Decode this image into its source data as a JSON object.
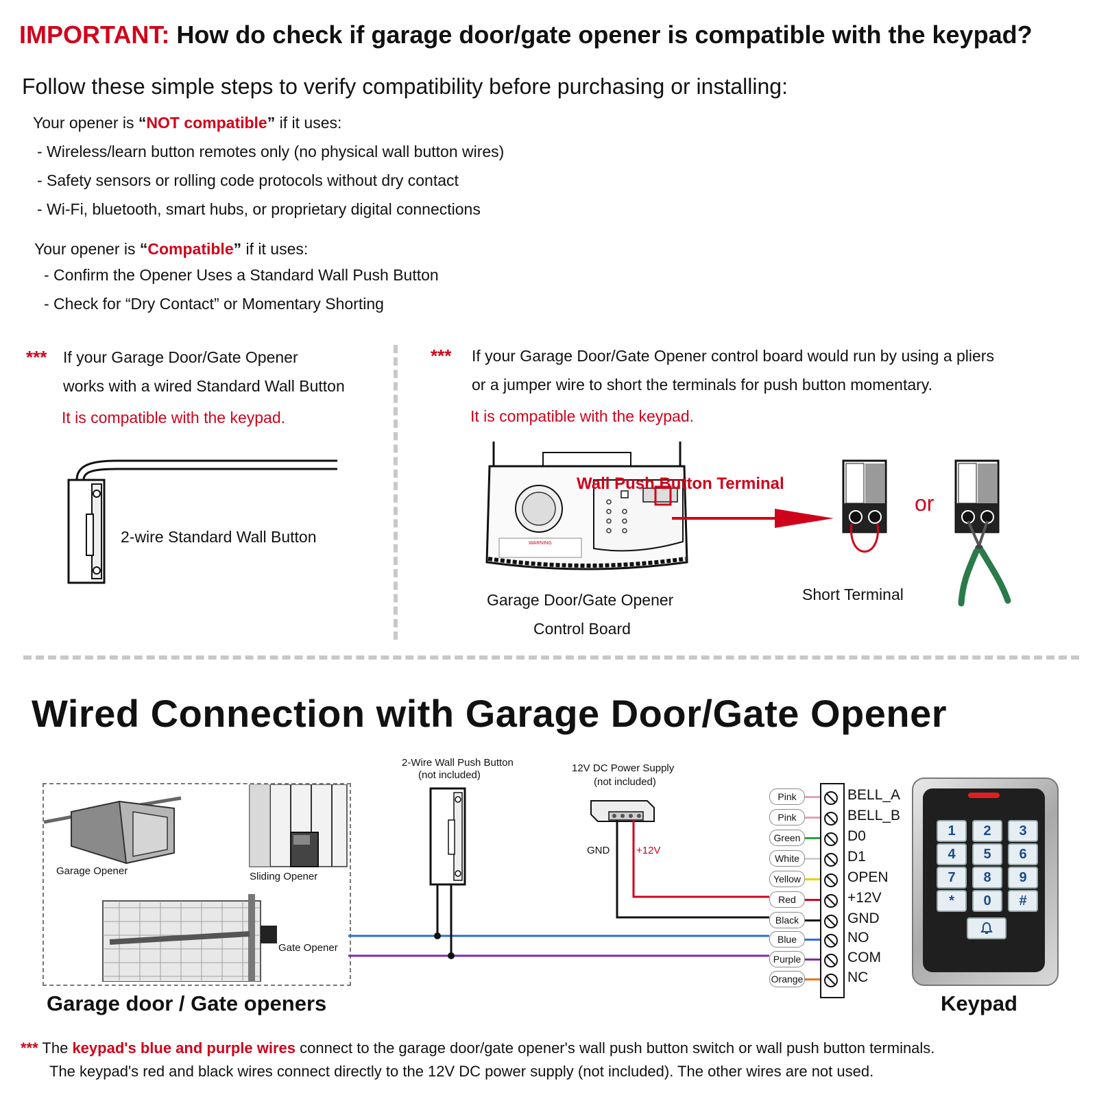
{
  "title": {
    "important": "IMPORTANT:",
    "question": "How do check if garage door/gate opener is compatible with the keypad?"
  },
  "intro": "Follow these simple steps to verify compatibility before purchasing or installing:",
  "not_compatible": {
    "lead_before": "Your opener is ",
    "lead_quote_open": "“",
    "lead_emph": "NOT compatible",
    "lead_quote_close": "”",
    "lead_after": " if it uses:",
    "items": [
      "- Wireless/learn button remotes only (no physical wall button wires)",
      "- Safety sensors or rolling code protocols without dry contact",
      "- Wi-Fi, bluetooth, smart hubs, or proprietary digital connections"
    ]
  },
  "compatible": {
    "lead_before": "Your opener is ",
    "lead_quote_open": "“",
    "lead_emph": "Compatible",
    "lead_quote_close": "”",
    "lead_after": " if it uses:",
    "items": [
      "- Confirm the Opener Uses a Standard Wall Push Button",
      "- Check for “Dry Contact” or Momentary Shorting"
    ]
  },
  "left_panel": {
    "stars": "***",
    "line1": "If your Garage Door/Gate Opener",
    "line2": "works with a wired Standard Wall Button",
    "compatible": "It is compatible with the keypad.",
    "button_caption": "2-wire Standard Wall Button"
  },
  "right_panel": {
    "stars": "***",
    "line1": "If your Garage Door/Gate Opener control board would run by using a pliers",
    "line2": "or a jumper wire to short the terminals for push button momentary.",
    "compatible": "It is compatible with the keypad.",
    "terminal_label": "Wall Push Button Terminal",
    "board_warning": "WARNING",
    "or": "or",
    "short_terminal": "Short Terminal",
    "board_caption_1": "Garage Door/Gate Opener",
    "board_caption_2": "Control Board"
  },
  "wired": {
    "title": "Wired Connection with Garage Door/Gate Opener",
    "push_button_1": "2-Wire Wall Push Button",
    "push_button_2": "(not included)",
    "psu_1": "12V DC Power Supply",
    "psu_2": "(not included)",
    "gnd": "GND",
    "plus12": "+12V",
    "garage_opener": "Garage Opener",
    "sliding_opener": "Sliding Opener",
    "gate_opener": "Gate Opener",
    "openers_caption": "Garage door / Gate openers",
    "keypad_caption": "Keypad",
    "keys": [
      "1",
      "2",
      "3",
      "4",
      "5",
      "6",
      "7",
      "8",
      "9",
      "*",
      "0",
      "#"
    ],
    "wires": [
      {
        "color_name": "Pink",
        "terminal": "BELL_A",
        "hex": "#e8a0b4"
      },
      {
        "color_name": "Pink",
        "terminal": "BELL_B",
        "hex": "#e8a0b4"
      },
      {
        "color_name": "Green",
        "terminal": "D0",
        "hex": "#2e9e3a"
      },
      {
        "color_name": "White",
        "terminal": "D1",
        "hex": "#cfcfcf"
      },
      {
        "color_name": "Yellow",
        "terminal": "OPEN",
        "hex": "#e8d200"
      },
      {
        "color_name": "Red",
        "terminal": "+12V",
        "hex": "#d0021b"
      },
      {
        "color_name": "Black",
        "terminal": "GND",
        "hex": "#111111"
      },
      {
        "color_name": "Blue",
        "terminal": "NO",
        "hex": "#2a6fd6"
      },
      {
        "color_name": "Purple",
        "terminal": "COM",
        "hex": "#7a2bb0"
      },
      {
        "color_name": "Orange",
        "terminal": "NC",
        "hex": "#e8741a"
      }
    ]
  },
  "footer": {
    "stars": "***",
    "p1_before": "The ",
    "p1_emph": "keypad's blue and purple wires",
    "p1_after": " connect to the garage door/gate opener's wall push button switch or wall push button terminals.",
    "p2": "The keypad's red and black wires connect directly to the 12V DC power supply (not included). The other wires are not used."
  },
  "colors": {
    "accent_red": "#d0021b",
    "divider": "#c8c8c8",
    "wire_blue": "#2a6fd6",
    "wire_purple": "#7a2bb0"
  }
}
